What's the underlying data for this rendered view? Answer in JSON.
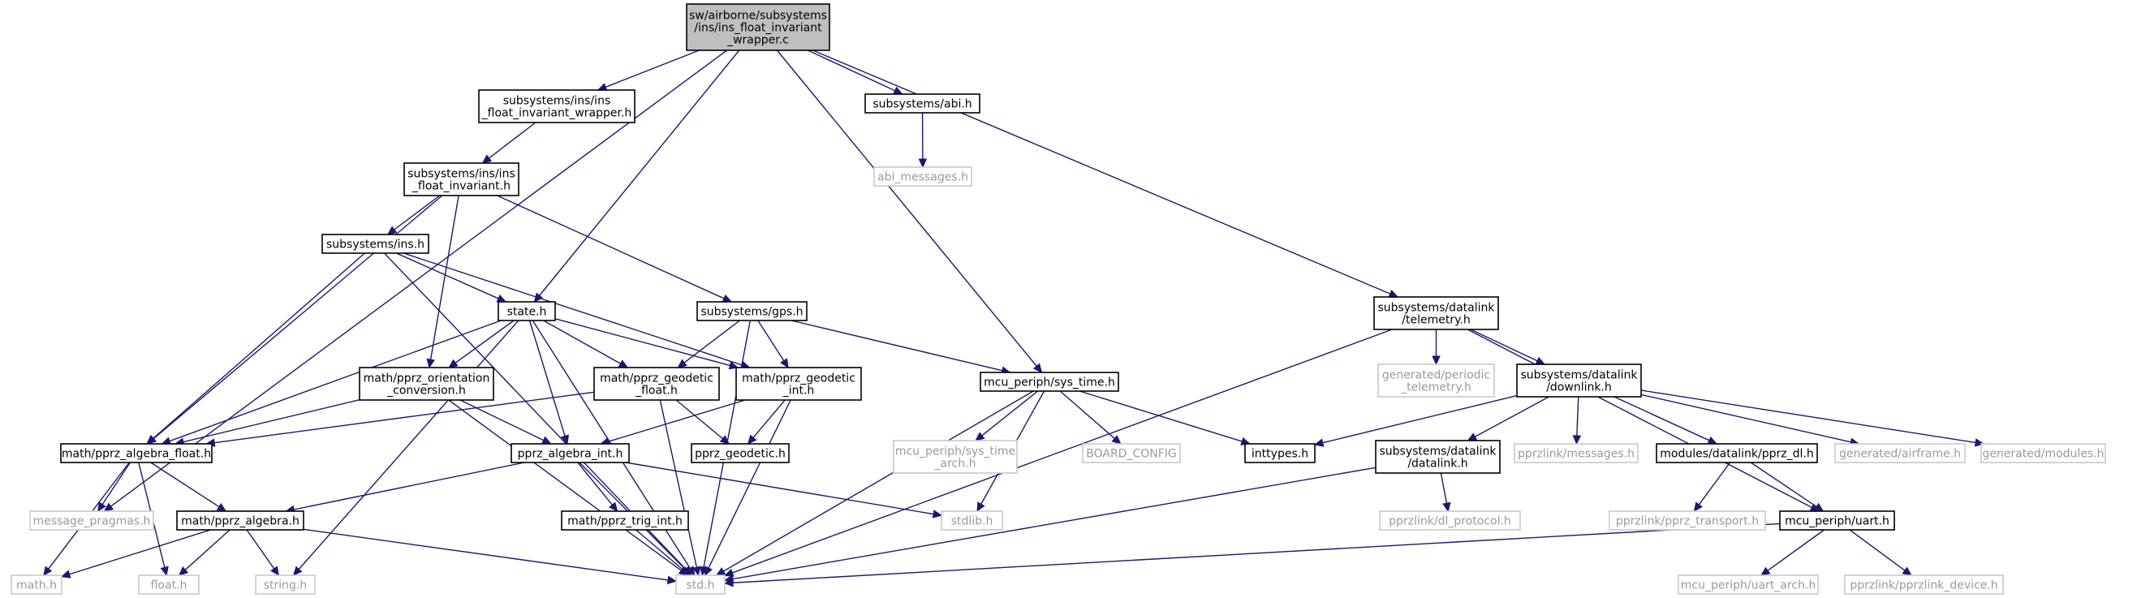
{
  "colors": {
    "edge": "#191970",
    "root_fill": "#bfbfbf",
    "external_border": "#c8c8c8",
    "external_text": "#9a9a9a"
  },
  "nodes": [
    {
      "id": "root",
      "lines": [
        "sw/airborne/subsystems",
        "/ins/ins_float_invariant",
        "_wrapper.c"
      ],
      "style": "root"
    },
    {
      "id": "ins_wrapper_h",
      "lines": [
        "subsystems/ins/ins",
        "_float_invariant_wrapper.h"
      ],
      "style": "normal"
    },
    {
      "id": "abi_h",
      "lines": [
        "subsystems/abi.h"
      ],
      "style": "normal"
    },
    {
      "id": "abi_messages_h",
      "lines": [
        "abi_messages.h"
      ],
      "style": "external"
    },
    {
      "id": "ins_float_invariant_h",
      "lines": [
        "subsystems/ins/ins",
        "_float_invariant.h"
      ],
      "style": "normal"
    },
    {
      "id": "ins_h",
      "lines": [
        "subsystems/ins.h"
      ],
      "style": "normal"
    },
    {
      "id": "gps_h",
      "lines": [
        "subsystems/gps.h"
      ],
      "style": "normal"
    },
    {
      "id": "state_h",
      "lines": [
        "state.h"
      ],
      "style": "normal"
    },
    {
      "id": "telemetry_h",
      "lines": [
        "subsystems/datalink",
        "/telemetry.h"
      ],
      "style": "normal"
    },
    {
      "id": "periodic_telemetry_h",
      "lines": [
        "generated/periodic",
        "_telemetry.h"
      ],
      "style": "external"
    },
    {
      "id": "downlink_h",
      "lines": [
        "subsystems/datalink",
        "/downlink.h"
      ],
      "style": "normal"
    },
    {
      "id": "orientation_conversion_h",
      "lines": [
        "math/pprz_orientation",
        "_conversion.h"
      ],
      "style": "normal"
    },
    {
      "id": "geodetic_float_h",
      "lines": [
        "math/pprz_geodetic",
        "_float.h"
      ],
      "style": "normal"
    },
    {
      "id": "geodetic_int_h",
      "lines": [
        "math/pprz_geodetic",
        "_int.h"
      ],
      "style": "normal"
    },
    {
      "id": "sys_time_h",
      "lines": [
        "mcu_periph/sys_time.h"
      ],
      "style": "normal"
    },
    {
      "id": "algebra_float_h",
      "lines": [
        "math/pprz_algebra_float.h"
      ],
      "style": "normal"
    },
    {
      "id": "algebra_int_h",
      "lines": [
        "pprz_algebra_int.h"
      ],
      "style": "normal"
    },
    {
      "id": "pprz_geodetic_h",
      "lines": [
        "pprz_geodetic.h"
      ],
      "style": "normal"
    },
    {
      "id": "sys_time_arch_h",
      "lines": [
        "mcu_periph/sys_time",
        "_arch.h"
      ],
      "style": "external"
    },
    {
      "id": "board_config",
      "lines": [
        "BOARD_CONFIG"
      ],
      "style": "external"
    },
    {
      "id": "inttypes_h",
      "lines": [
        "inttypes.h"
      ],
      "style": "normal"
    },
    {
      "id": "datalink_h",
      "lines": [
        "subsystems/datalink",
        "/datalink.h"
      ],
      "style": "normal"
    },
    {
      "id": "pprzlink_messages_h",
      "lines": [
        "pprzlink/messages.h"
      ],
      "style": "external"
    },
    {
      "id": "pprz_dl_h",
      "lines": [
        "modules/datalink/pprz_dl.h"
      ],
      "style": "normal"
    },
    {
      "id": "airframe_h",
      "lines": [
        "generated/airframe.h"
      ],
      "style": "external"
    },
    {
      "id": "modules_h",
      "lines": [
        "generated/modules.h"
      ],
      "style": "external"
    },
    {
      "id": "message_pragmas_h",
      "lines": [
        "message_pragmas.h"
      ],
      "style": "external"
    },
    {
      "id": "pprz_algebra_h",
      "lines": [
        "math/pprz_algebra.h"
      ],
      "style": "normal"
    },
    {
      "id": "trig_int_h",
      "lines": [
        "math/pprz_trig_int.h"
      ],
      "style": "normal"
    },
    {
      "id": "stdlib_h",
      "lines": [
        "stdlib.h"
      ],
      "style": "external"
    },
    {
      "id": "dl_protocol_h",
      "lines": [
        "pprzlink/dl_protocol.h"
      ],
      "style": "external"
    },
    {
      "id": "pprz_transport_h",
      "lines": [
        "pprzlink/pprz_transport.h"
      ],
      "style": "external"
    },
    {
      "id": "uart_h",
      "lines": [
        "mcu_periph/uart.h"
      ],
      "style": "normal"
    },
    {
      "id": "math_h",
      "lines": [
        "math.h"
      ],
      "style": "external"
    },
    {
      "id": "float_h",
      "lines": [
        "float.h"
      ],
      "style": "external"
    },
    {
      "id": "string_h",
      "lines": [
        "string.h"
      ],
      "style": "external"
    },
    {
      "id": "std_h",
      "lines": [
        "std.h"
      ],
      "style": "external"
    },
    {
      "id": "uart_arch_h",
      "lines": [
        "mcu_periph/uart_arch.h"
      ],
      "style": "external"
    },
    {
      "id": "pprzlink_device_h",
      "lines": [
        "pprzlink/pprzlink_device.h"
      ],
      "style": "external"
    }
  ],
  "edges": [
    [
      "root",
      "ins_wrapper_h"
    ],
    [
      "root",
      "abi_h"
    ],
    [
      "root",
      "state_h"
    ],
    [
      "root",
      "sys_time_h"
    ],
    [
      "root",
      "telemetry_h"
    ],
    [
      "root",
      "message_pragmas_h"
    ],
    [
      "ins_wrapper_h",
      "ins_float_invariant_h"
    ],
    [
      "abi_h",
      "abi_messages_h"
    ],
    [
      "ins_float_invariant_h",
      "ins_h"
    ],
    [
      "ins_float_invariant_h",
      "gps_h"
    ],
    [
      "ins_float_invariant_h",
      "algebra_float_h"
    ],
    [
      "ins_float_invariant_h",
      "orientation_conversion_h"
    ],
    [
      "ins_h",
      "state_h"
    ],
    [
      "ins_h",
      "algebra_float_h"
    ],
    [
      "ins_h",
      "geodetic_int_h"
    ],
    [
      "ins_h",
      "std_h"
    ],
    [
      "gps_h",
      "geodetic_float_h"
    ],
    [
      "gps_h",
      "geodetic_int_h"
    ],
    [
      "gps_h",
      "sys_time_h"
    ],
    [
      "gps_h",
      "std_h"
    ],
    [
      "state_h",
      "orientation_conversion_h"
    ],
    [
      "state_h",
      "geodetic_float_h"
    ],
    [
      "state_h",
      "geodetic_int_h"
    ],
    [
      "state_h",
      "algebra_float_h"
    ],
    [
      "state_h",
      "algebra_int_h"
    ],
    [
      "state_h",
      "std_h"
    ],
    [
      "state_h",
      "string_h"
    ],
    [
      "telemetry_h",
      "periodic_telemetry_h"
    ],
    [
      "telemetry_h",
      "downlink_h"
    ],
    [
      "telemetry_h",
      "std_h"
    ],
    [
      "telemetry_h",
      "uart_h"
    ],
    [
      "downlink_h",
      "inttypes_h"
    ],
    [
      "downlink_h",
      "datalink_h"
    ],
    [
      "downlink_h",
      "pprzlink_messages_h"
    ],
    [
      "downlink_h",
      "pprz_dl_h"
    ],
    [
      "downlink_h",
      "airframe_h"
    ],
    [
      "downlink_h",
      "modules_h"
    ],
    [
      "orientation_conversion_h",
      "algebra_float_h"
    ],
    [
      "orientation_conversion_h",
      "algebra_int_h"
    ],
    [
      "orientation_conversion_h",
      "std_h"
    ],
    [
      "geodetic_float_h",
      "algebra_float_h"
    ],
    [
      "geodetic_float_h",
      "pprz_geodetic_h"
    ],
    [
      "geodetic_float_h",
      "std_h"
    ],
    [
      "geodetic_int_h",
      "algebra_int_h"
    ],
    [
      "geodetic_int_h",
      "pprz_geodetic_h"
    ],
    [
      "geodetic_int_h",
      "std_h"
    ],
    [
      "sys_time_h",
      "sys_time_arch_h"
    ],
    [
      "sys_time_h",
      "board_config"
    ],
    [
      "sys_time_h",
      "inttypes_h"
    ],
    [
      "sys_time_h",
      "stdlib_h"
    ],
    [
      "sys_time_h",
      "std_h"
    ],
    [
      "algebra_float_h",
      "message_pragmas_h"
    ],
    [
      "algebra_float_h",
      "pprz_algebra_h"
    ],
    [
      "algebra_float_h",
      "math_h"
    ],
    [
      "algebra_float_h",
      "float_h"
    ],
    [
      "algebra_int_h",
      "pprz_algebra_h"
    ],
    [
      "algebra_int_h",
      "trig_int_h"
    ],
    [
      "algebra_int_h",
      "stdlib_h"
    ],
    [
      "algebra_int_h",
      "std_h"
    ],
    [
      "pprz_algebra_h",
      "math_h"
    ],
    [
      "pprz_algebra_h",
      "float_h"
    ],
    [
      "pprz_algebra_h",
      "string_h"
    ],
    [
      "pprz_algebra_h",
      "std_h"
    ],
    [
      "trig_int_h",
      "std_h"
    ],
    [
      "datalink_h",
      "dl_protocol_h"
    ],
    [
      "datalink_h",
      "std_h"
    ],
    [
      "pprz_dl_h",
      "pprz_transport_h"
    ],
    [
      "pprz_dl_h",
      "uart_h"
    ],
    [
      "uart_h",
      "std_h"
    ],
    [
      "uart_h",
      "uart_arch_h"
    ],
    [
      "uart_h",
      "pprzlink_device_h"
    ]
  ]
}
